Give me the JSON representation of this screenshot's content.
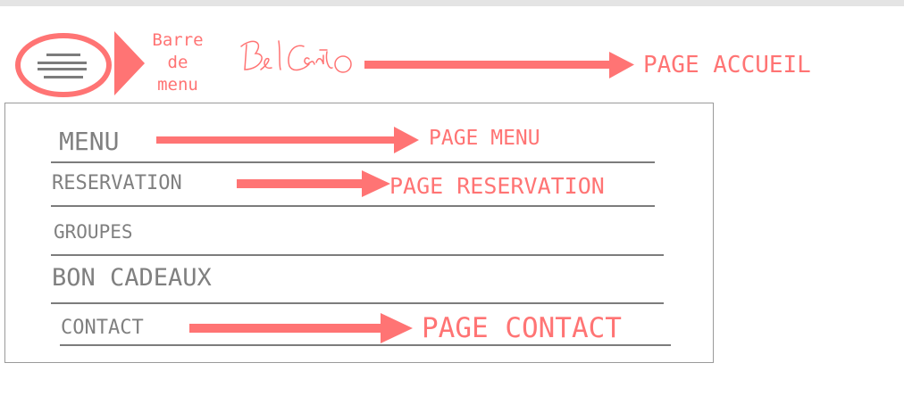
{
  "burger_label": "Barre\nde\nmenu",
  "logo_text": "Bel Canto",
  "logo_target": "PAGE ACCUEIL",
  "menu_items": [
    {
      "label": "MENU",
      "target": "PAGE MENU"
    },
    {
      "label": "RESERVATION",
      "target": "PAGE RESERVATION"
    },
    {
      "label": "GROUPES",
      "target": ""
    },
    {
      "label": "BON CADEAUX",
      "target": ""
    },
    {
      "label": "CONTACT",
      "target": "PAGE CONTACT"
    }
  ],
  "colors": {
    "accent": "#ff7474",
    "text": "#808080",
    "rule": "#7c7c7c",
    "frame": "#9a9a9a"
  },
  "icons": {
    "burger": "hamburger-menu-icon",
    "arrow": "right-arrow-icon"
  }
}
